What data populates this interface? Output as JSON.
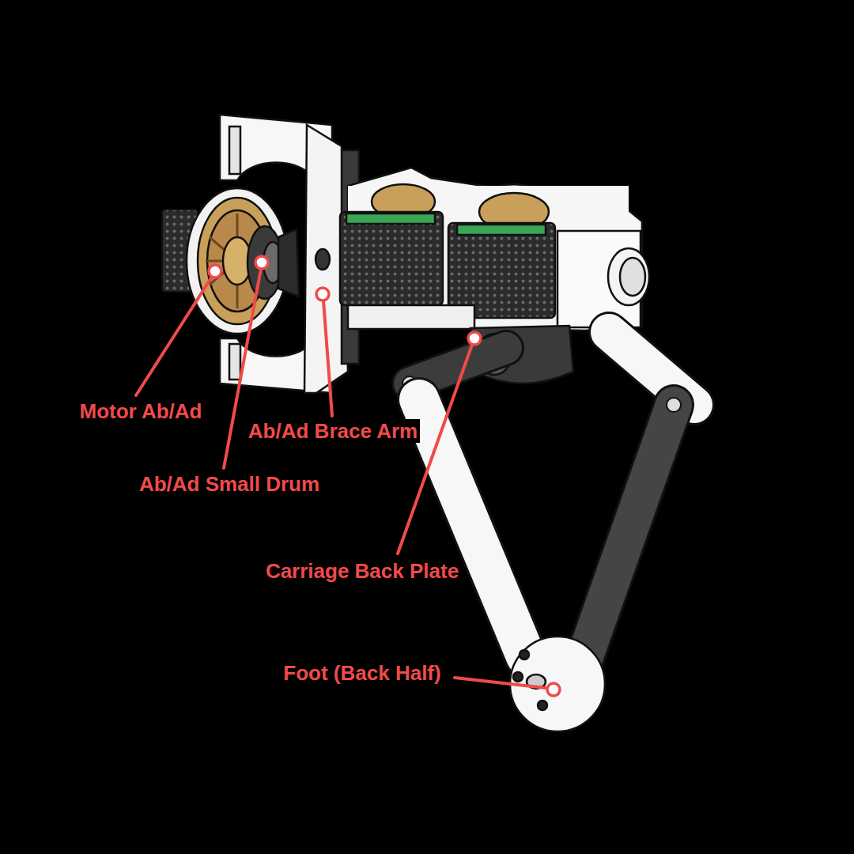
{
  "diagram": {
    "labels": [
      "Motor Ab/Ad",
      "Ab/Ad Brace Arm",
      "Ab/Ad Small Drum",
      "Carriage Back Plate",
      "Foot (Back Half)"
    ]
  }
}
